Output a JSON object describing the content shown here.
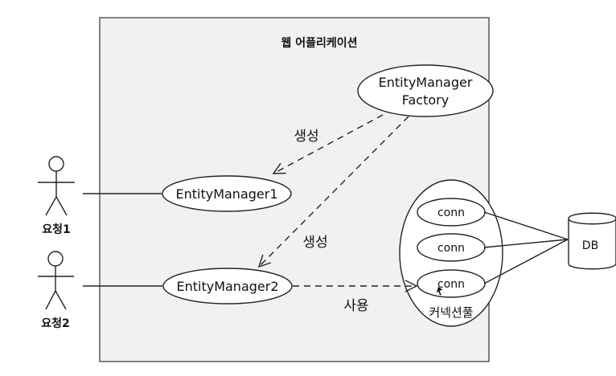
{
  "diagram": {
    "title": "웹 어플리케이션",
    "nodes": {
      "factory": [
        "EntityManager",
        "Factory"
      ],
      "em1": "EntityManager1",
      "em2": "EntityManager2",
      "conn1": "conn",
      "conn2": "conn",
      "conn3": "conn",
      "pool": "커넥션풀",
      "db": "DB"
    },
    "actors": {
      "req1": "요청1",
      "req2": "요청2"
    },
    "labels": {
      "create1": "생성",
      "create2": "생성",
      "use": "사용"
    }
  }
}
